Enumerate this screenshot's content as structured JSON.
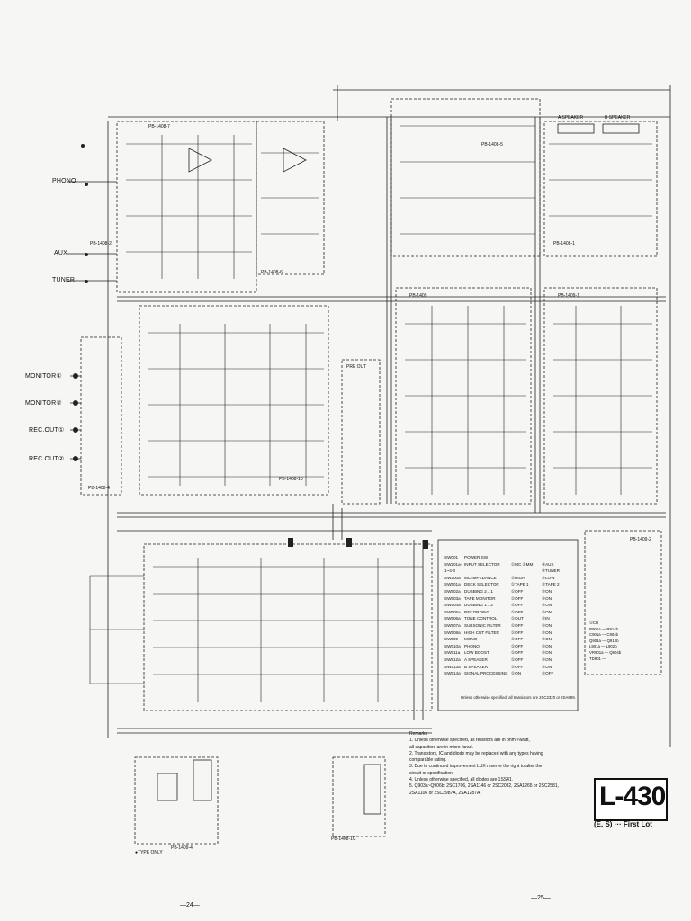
{
  "inputs": {
    "phono": "PHONO",
    "aux": "AUX",
    "tuner": "TUNER",
    "monitor1": "MONITOR①",
    "monitor2": "MONITOR②",
    "rec_out1": "REC.OUT①",
    "rec_out2": "REC.OUT②"
  },
  "boards": {
    "pb1408_7": "PB-1408-7",
    "pb1408_2": "PB-1408-2",
    "pb1408_6": "PB-1408-6",
    "pb1408_5": "PB-1408-5",
    "pb1408_1": "PB-1408-1",
    "pb1408_10": "PB-1408-10",
    "pb1408_4": "PB-1408-4",
    "pb1409": "PB-1409",
    "pb1409_1": "PB-1409-1",
    "pb1409_2": "PB-1409-2",
    "pb1409_4": "PB-1409-4",
    "pb1408_1c": "PB-1408-1C",
    "a_speaker": "A SPEAKER",
    "b_speaker": "B SPEAKER",
    "pre_out": "PRE OUT"
  },
  "switch_table": {
    "rows": [
      [
        "SW001",
        "POWER SW",
        "",
        ""
      ],
      [
        "SW201a-1~4-3",
        "INPUT SELECTOR",
        "①MC ②MM",
        "③AUX ④TUNER"
      ],
      [
        "SW200a",
        "MC IMPEDANCE",
        "①HIGH",
        "②LOW"
      ],
      [
        "SW501a",
        "DECK SELECTOR",
        "①TAPE 1",
        "②TAPE 2"
      ],
      [
        "SW502a",
        "DUBBING 2→1",
        "①OFF",
        "②ON"
      ],
      [
        "SW503a",
        "TAPE MONITOR",
        "①OFF",
        "②ON"
      ],
      [
        "SW504a",
        "DUBBING 1→2",
        "①OFF",
        "②ON"
      ],
      [
        "SW505a",
        "RECORDING",
        "①OFF",
        "②ON"
      ],
      [
        "SW506a",
        "TONE CONTROL",
        "①OUT",
        "②IN"
      ],
      [
        "SW507a",
        "SUBSONIC FILTER",
        "①OFF",
        "②ON"
      ],
      [
        "SW508a",
        "HIGH CUT FILTER",
        "①OFF",
        "②ON"
      ],
      [
        "SW509",
        "MONO",
        "①OFF",
        "②ON"
      ],
      [
        "SW510a",
        "PHONO",
        "①OFF",
        "②ON"
      ],
      [
        "SW511a",
        "LOW BOOST",
        "①OFF",
        "②ON"
      ],
      [
        "SW512a",
        "A SPEAKER",
        "①OFF",
        "②ON"
      ],
      [
        "SW513a",
        "B SPEAKER",
        "①OFF",
        "②ON"
      ],
      [
        "SW514a",
        "SIGNAL PROCESSING",
        "①ON",
        "②OFF"
      ]
    ],
    "note": "Unless otherwise specified, all transistors are 2SC2320 or 2SA999."
  },
  "parts_list": [
    "①CH",
    "R901a — R914b",
    "C901a — C904b",
    "Q901a — Q912b",
    "L901a — L902b",
    "VR901a — Q904b",
    "TD901 —"
  ],
  "remarks": {
    "title": "Remarks",
    "lines": [
      "1. Unless otherwise specified, all resistors are in ohm ¼watt,",
      "   all capacitors are in micro farad.",
      "2. Transistors, IC and diode may be replaced with any types having",
      "   comparable rating.",
      "3. Due to continued improvement LUX reserve the right to alter the",
      "   circuit or specification.",
      "4. Unless otherwise specified, all diodes are 1SS41.",
      "5. Q903a~Q906b: 2SC1706, 2SA1146 or 2SC2082, 2SA1265 or 2SC2581,",
      "   2SA1106 or 2SC2987A, 2SA1287A."
    ]
  },
  "model": {
    "name": "L-430",
    "lot": "(E, S) ··· First Lot"
  },
  "misc": {
    "type_only": "●TYPE ONLY"
  },
  "page_numbers": {
    "left": "—24—",
    "right": "—25—"
  }
}
